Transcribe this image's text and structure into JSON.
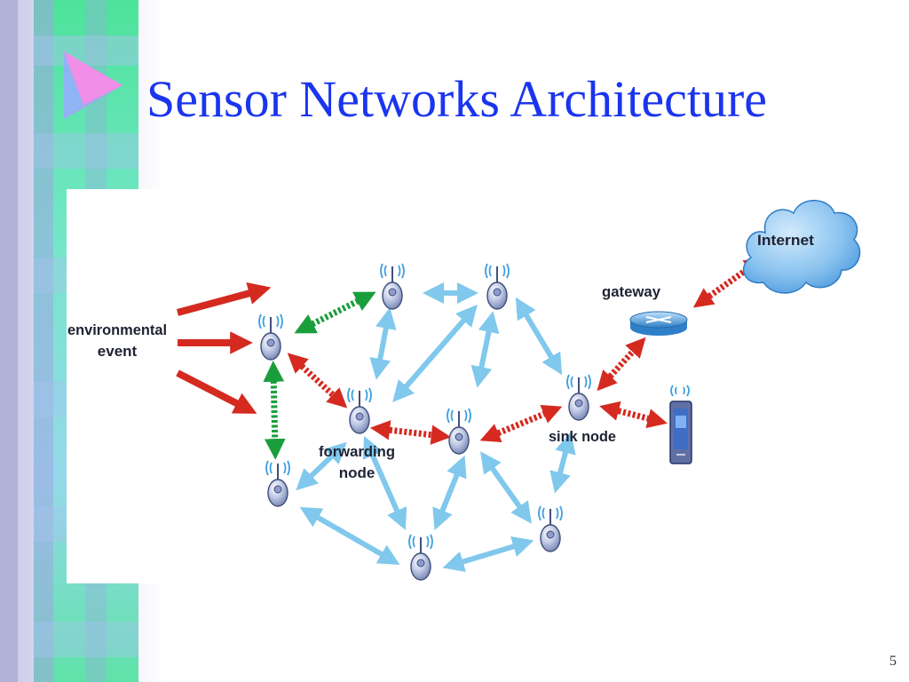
{
  "slide": {
    "title": "Sensor Networks Architecture",
    "page_number": "5"
  },
  "diagram": {
    "labels": {
      "environmental_line1": "environmental",
      "environmental_line2": "event",
      "forwarding_line1": "forwarding",
      "forwarding_line2": "node",
      "sink": "sink node",
      "gateway": "gateway",
      "internet": "Internet"
    },
    "colors": {
      "title": "#1a35ee",
      "event_arrow": "#d42a20",
      "wireless_link": "#80c8ec",
      "sensing_link": "#1a9e3c",
      "cloud": "#3d9be0"
    }
  }
}
